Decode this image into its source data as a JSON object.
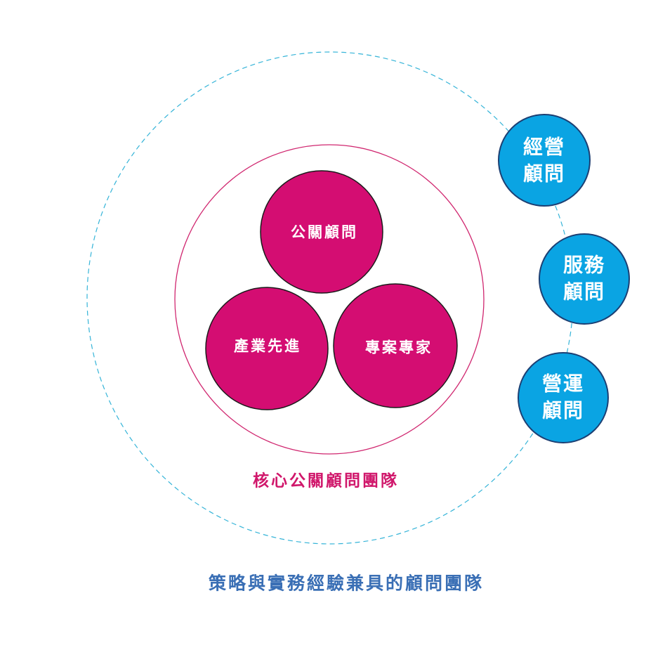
{
  "diagram": {
    "outer_caption": "策略與實務經驗兼具的顧問團隊",
    "inner_caption": "核心公關顧問團隊",
    "core_circles": [
      {
        "label": "公關顧問"
      },
      {
        "label": "產業先進"
      },
      {
        "label": "專案專家"
      }
    ],
    "consultant_circles": [
      {
        "line1": "經營",
        "line2": "顧問"
      },
      {
        "line1": "服務",
        "line2": "顧問"
      },
      {
        "line1": "營運",
        "line2": "顧問"
      }
    ]
  },
  "colors": {
    "core_fill": "#d40d72",
    "core_stroke": "#1a1a1a",
    "inner_ring": "#d0266f",
    "outer_ring": "#35b4d8",
    "consultant_fill": "#0aa4e3",
    "consultant_stroke": "#1c3f73",
    "label_text": "#ffffff",
    "inner_caption_text": "#d0176b",
    "outer_caption_text": "#3a6fb5"
  }
}
